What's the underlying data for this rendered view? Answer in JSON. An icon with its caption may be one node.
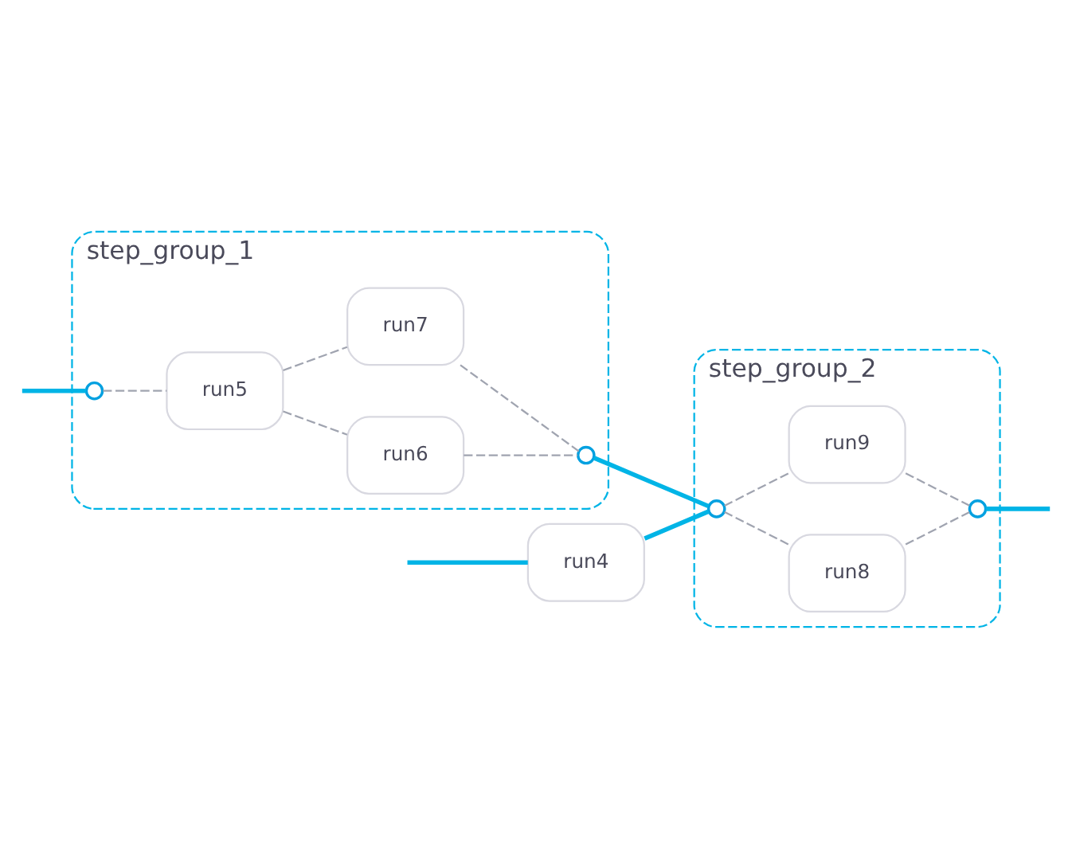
{
  "diagram": {
    "nodes": [
      {
        "text": [
          "run4"
        ]
      },
      {
        "text": [
          "step_group_1"
        ]
      },
      {
        "text": [],
        "shape": "circle",
        "in": 1
      },
      {
        "text": [
          "run5"
        ],
        "in": 1
      },
      {
        "text": [
          "run6"
        ],
        "in": 1
      },
      {
        "text": [
          "run7"
        ],
        "in": 1
      },
      {
        "text": [],
        "shape": "circle",
        "in": 1
      },
      {
        "text": [
          "step_group_2"
        ]
      },
      {
        "text": [],
        "shape": "circle",
        "in": 7
      },
      {
        "text": [
          "run8"
        ],
        "in": 7
      },
      {
        "text": [
          "run9"
        ],
        "in": 7
      },
      {
        "text": [],
        "shape": "circle",
        "in": 7
      }
    ],
    "edges": [
      {
        "from": null,
        "to": 0,
        "arrow": "none",
        "style": "thick",
        "color": "#00b4e6"
      },
      {
        "from": null,
        "to": 2,
        "arrow": "none",
        "style": "thick",
        "color": "#00b4e6"
      },
      {
        "from": 0,
        "to": 8,
        "arrow": "none",
        "style": "thick",
        "color": "#00b4e6"
      },
      {
        "from": 6,
        "to": 8,
        "arrow": "none",
        "style": "thick",
        "color": "#00b4e6"
      },
      {
        "from": 11,
        "to": null,
        "arrow": "none",
        "style": "thick",
        "color": "#00b4e6"
      },
      {
        "from": 2,
        "to": 3,
        "arrow": "none",
        "style": "dashed"
      },
      {
        "from": 3,
        "to": 4,
        "arrow": "none",
        "style": "dashed"
      },
      {
        "from": 3,
        "to": 5,
        "arrow": "none",
        "style": "dashed"
      },
      {
        "from": 4,
        "to": 6,
        "arrow": "none",
        "style": "dashed"
      },
      {
        "from": 5,
        "to": 6,
        "arrow": "none",
        "style": "dashed"
      },
      {
        "from": 8,
        "to": 9,
        "arrow": "none",
        "style": "dashed"
      },
      {
        "from": 8,
        "to": 10,
        "arrow": "none",
        "style": "dashed"
      },
      {
        "from": 9,
        "to": 11,
        "arrow": "none",
        "style": "dashed"
      },
      {
        "from": 10,
        "to": 11,
        "arrow": "none",
        "style": "dashed"
      }
    ]
  }
}
